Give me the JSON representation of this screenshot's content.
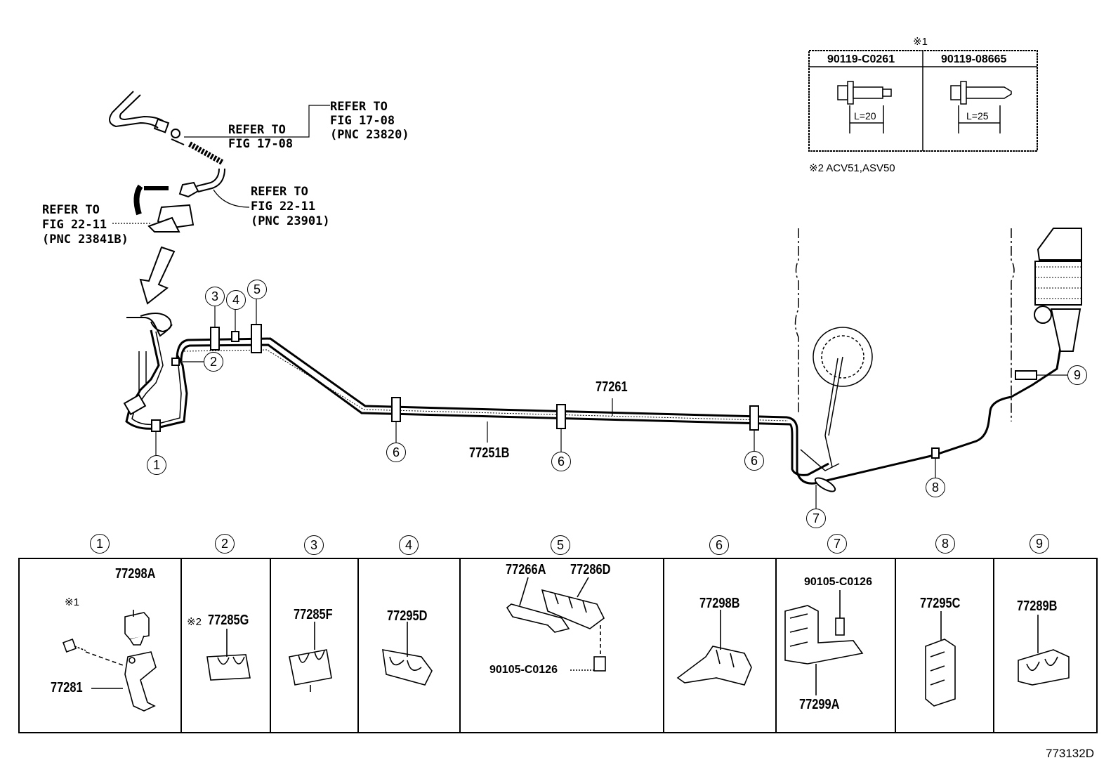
{
  "refs": {
    "ref1": [
      "REFER TO",
      "FIG 17-08",
      "(PNC 23820)"
    ],
    "ref2": [
      "REFER TO",
      "FIG 17-08"
    ],
    "ref3": [
      "REFER TO",
      "FIG 22-11",
      "(PNC 23901)"
    ],
    "ref4": [
      "REFER TO",
      "FIG 22-11",
      "(PNC 23841B)"
    ]
  },
  "bolt_table": {
    "note_mark": "※1",
    "col1_part": "90119-C0261",
    "col1_len": "L=20",
    "col2_part": "90119-08665",
    "col2_len": "L=25"
  },
  "note2": "※2 ACV51,ASV50",
  "main_parts": {
    "tube_upper": "77261",
    "tube_lower": "77251B"
  },
  "callouts": {
    "c1": "1",
    "c2": "2",
    "c3": "3",
    "c4": "4",
    "c5": "5",
    "c6": "6",
    "c7": "7",
    "c8": "8",
    "c9": "9"
  },
  "detail_panels": [
    {
      "num": "1",
      "parts": [
        "77298A",
        "77281"
      ],
      "note": "※1"
    },
    {
      "num": "2",
      "parts": [
        "77285G"
      ],
      "note": "※2"
    },
    {
      "num": "3",
      "parts": [
        "77285F"
      ]
    },
    {
      "num": "4",
      "parts": [
        "77295D"
      ]
    },
    {
      "num": "5",
      "parts": [
        "77266A",
        "77286D",
        "90105-C0126"
      ]
    },
    {
      "num": "6",
      "parts": [
        "77298B"
      ]
    },
    {
      "num": "7",
      "parts": [
        "90105-C0126",
        "77299A"
      ]
    },
    {
      "num": "8",
      "parts": [
        "77295C"
      ]
    },
    {
      "num": "9",
      "parts": [
        "77289B"
      ]
    }
  ],
  "diagram_code": "773132D"
}
